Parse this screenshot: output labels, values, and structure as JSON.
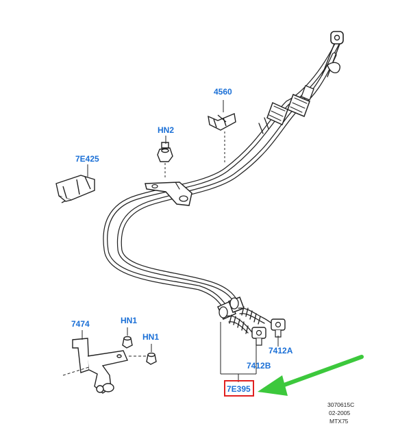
{
  "callouts": {
    "part_4560": "4560",
    "part_hn2": "HN2",
    "part_7e425": "7E425",
    "part_7474": "7474",
    "part_hn1_a": "HN1",
    "part_hn1_b": "HN1",
    "part_7412a": "7412A",
    "part_7412b": "7412B",
    "part_7e395": "7E395"
  },
  "reference": {
    "code": "3070615C",
    "date": "02-2005",
    "model": "MTX75"
  },
  "colors": {
    "callout_text": "#1a6fd6",
    "highlight_box": "#e02020",
    "arrow": "#3cc83c",
    "line_art": "#222222"
  },
  "icons": {
    "arrow": "green-arrow-icon"
  }
}
